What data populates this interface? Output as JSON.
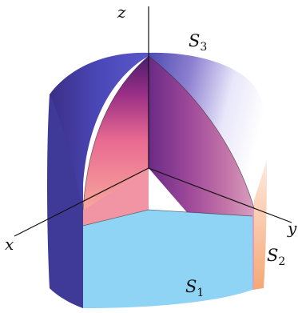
{
  "axes": {
    "x_label": "x",
    "y_label": "y",
    "z_label": "z"
  },
  "surfaces": {
    "s1": {
      "letter": "S",
      "index": "1"
    },
    "s2": {
      "letter": "S",
      "index": "2"
    },
    "s3": {
      "letter": "S",
      "index": "3"
    }
  },
  "colors": {
    "inner_face_top": "#5a1f7a",
    "inner_face_bottom": "#f08a90",
    "outer_dark": "#3a3590",
    "outer_light": "#f2f2ff",
    "bottom_face": "#8fd3f5",
    "right_rim": "#f5b08a"
  }
}
